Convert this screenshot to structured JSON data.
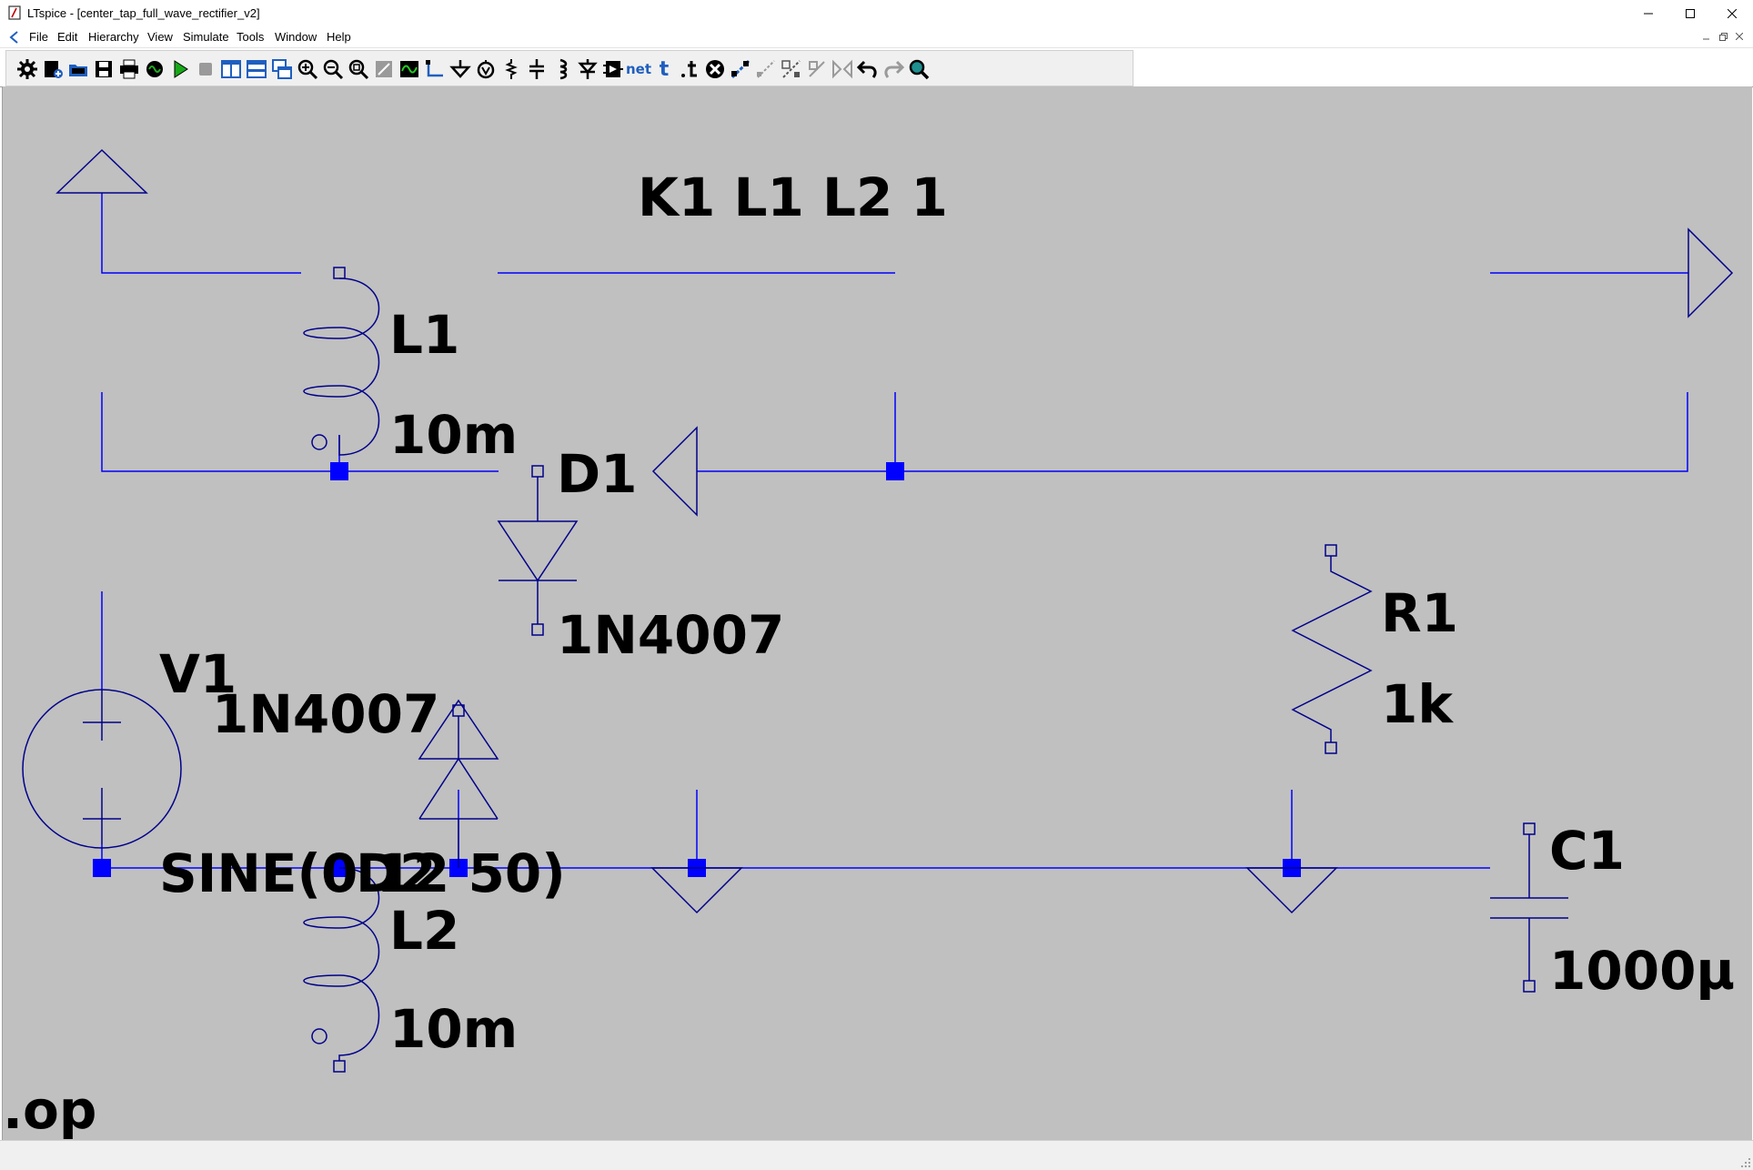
{
  "window": {
    "title": "LTspice - [center_tap_full_wave_rectifier_v2]"
  },
  "menu": {
    "items": [
      "File",
      "Edit",
      "Hierarchy",
      "View",
      "Simulate",
      "Tools",
      "Window",
      "Help"
    ]
  },
  "toolbar": {
    "net_label": "net",
    "text_label": "t"
  },
  "schematic": {
    "directive_coupling": "K1 L1 L2 1",
    "directive_op": ".op",
    "l1": {
      "name": "L1",
      "value": "10m"
    },
    "l2": {
      "name": "L2",
      "value": "10m"
    },
    "d1": {
      "name": "D1",
      "model": "1N4007"
    },
    "d2": {
      "name": "D2",
      "model": "1N4007"
    },
    "v1": {
      "name": "V1",
      "value": "SINE(0 12 50)"
    },
    "r1": {
      "name": "R1",
      "value": "1k"
    },
    "c1": {
      "name": "C1",
      "value": "1000µ"
    },
    "colors": {
      "background": "#c0c0c0",
      "wire": "#0000ff",
      "component": "#00008b",
      "junction": "#0000ff",
      "label": "#000000"
    }
  }
}
